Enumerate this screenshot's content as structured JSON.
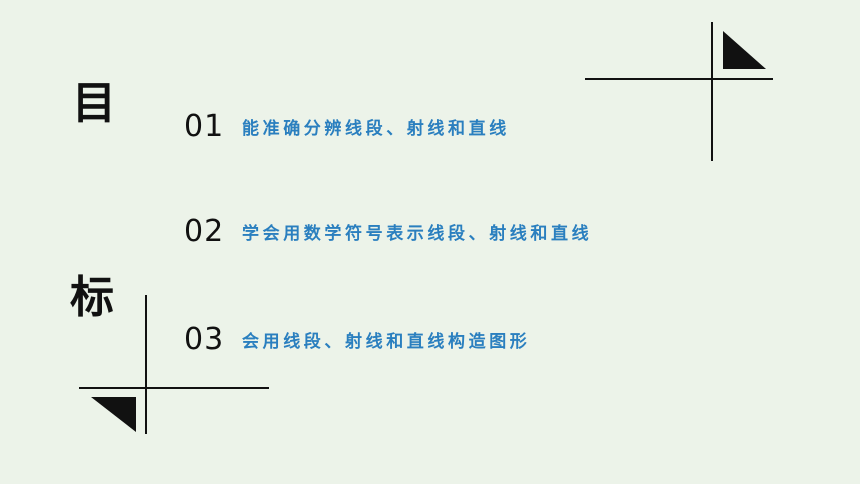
{
  "title": {
    "char_1": "目",
    "char_2": "标"
  },
  "goals": [
    {
      "number": "01",
      "text": "能准确分辨线段、射线和直线"
    },
    {
      "number": "02",
      "text": "学会用数学符号表示线段、射线和直线"
    },
    {
      "number": "03",
      "text": "会用线段、射线和直线构造图形"
    }
  ],
  "colors": {
    "background": "#ecf3e9",
    "goal_text": "#2a7fbf",
    "ink": "#111111"
  }
}
